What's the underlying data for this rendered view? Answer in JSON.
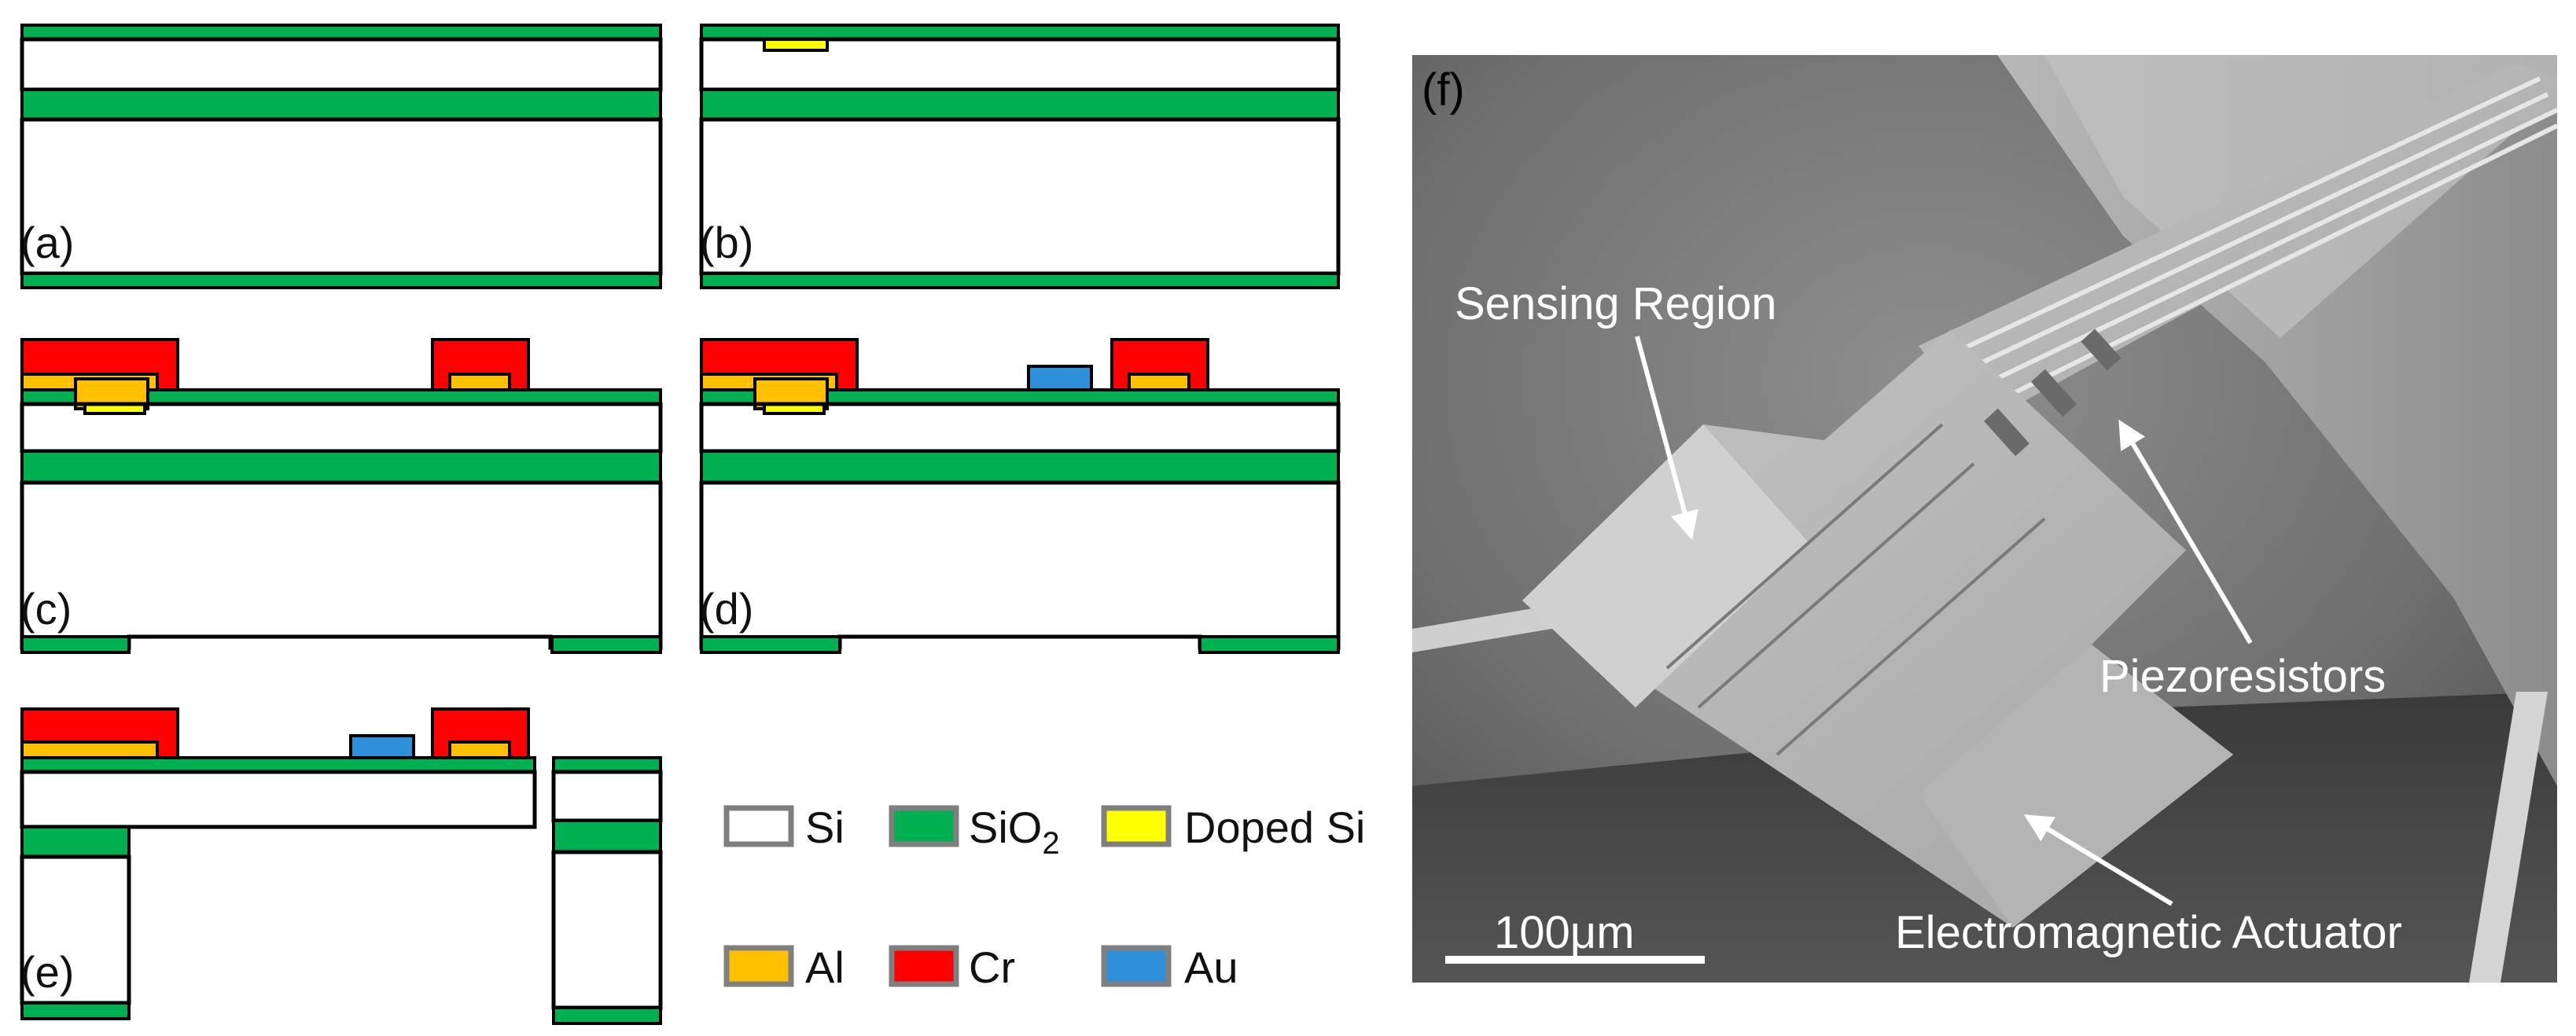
{
  "panels": {
    "a": "(a)",
    "b": "(b)",
    "c": "(c)",
    "d": "(d)",
    "e": "(e)",
    "f": "(f)"
  },
  "legend": {
    "si": "Si",
    "sio2_main": "SiO",
    "sio2_sub": "2",
    "doped": "Doped Si",
    "al": "Al",
    "cr": "Cr",
    "au": "Au"
  },
  "sem": {
    "sensing_region": "Sensing Region",
    "piezoresistors": "Piezoresistors",
    "actuator": "Electromagnetic Actuator",
    "scale_bar": "100μm"
  },
  "colors": {
    "si": "#ffffff",
    "sio2": "#00b050",
    "doped_si": "#ffff00",
    "al": "#ffc000",
    "cr": "#ff0000",
    "au": "#2e90d8"
  }
}
